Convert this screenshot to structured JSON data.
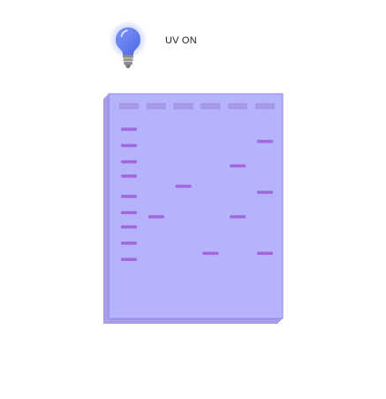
{
  "uv": {
    "status_label": "UV ON",
    "bulb_color": "#5b79f0",
    "glow_color": "#a9b8ff"
  },
  "gel": {
    "face_color": "#b4b3fb",
    "edge_color": "#a79ce6",
    "border_color": "#8f85e8",
    "well_color": "#a99be8",
    "band_color": "#a267dc",
    "lane_count": 6,
    "lanes": [
      {
        "id": "ladder",
        "bands": [
          0.07,
          0.15,
          0.23,
          0.3,
          0.4,
          0.48,
          0.55,
          0.63,
          0.71
        ]
      },
      {
        "id": "lane-2",
        "bands": [
          0.5
        ]
      },
      {
        "id": "lane-3",
        "bands": [
          0.35
        ]
      },
      {
        "id": "lane-4",
        "bands": [
          0.68
        ]
      },
      {
        "id": "lane-5",
        "bands": [
          0.25,
          0.5
        ]
      },
      {
        "id": "lane-6",
        "bands": [
          0.13,
          0.38,
          0.68
        ]
      }
    ]
  }
}
